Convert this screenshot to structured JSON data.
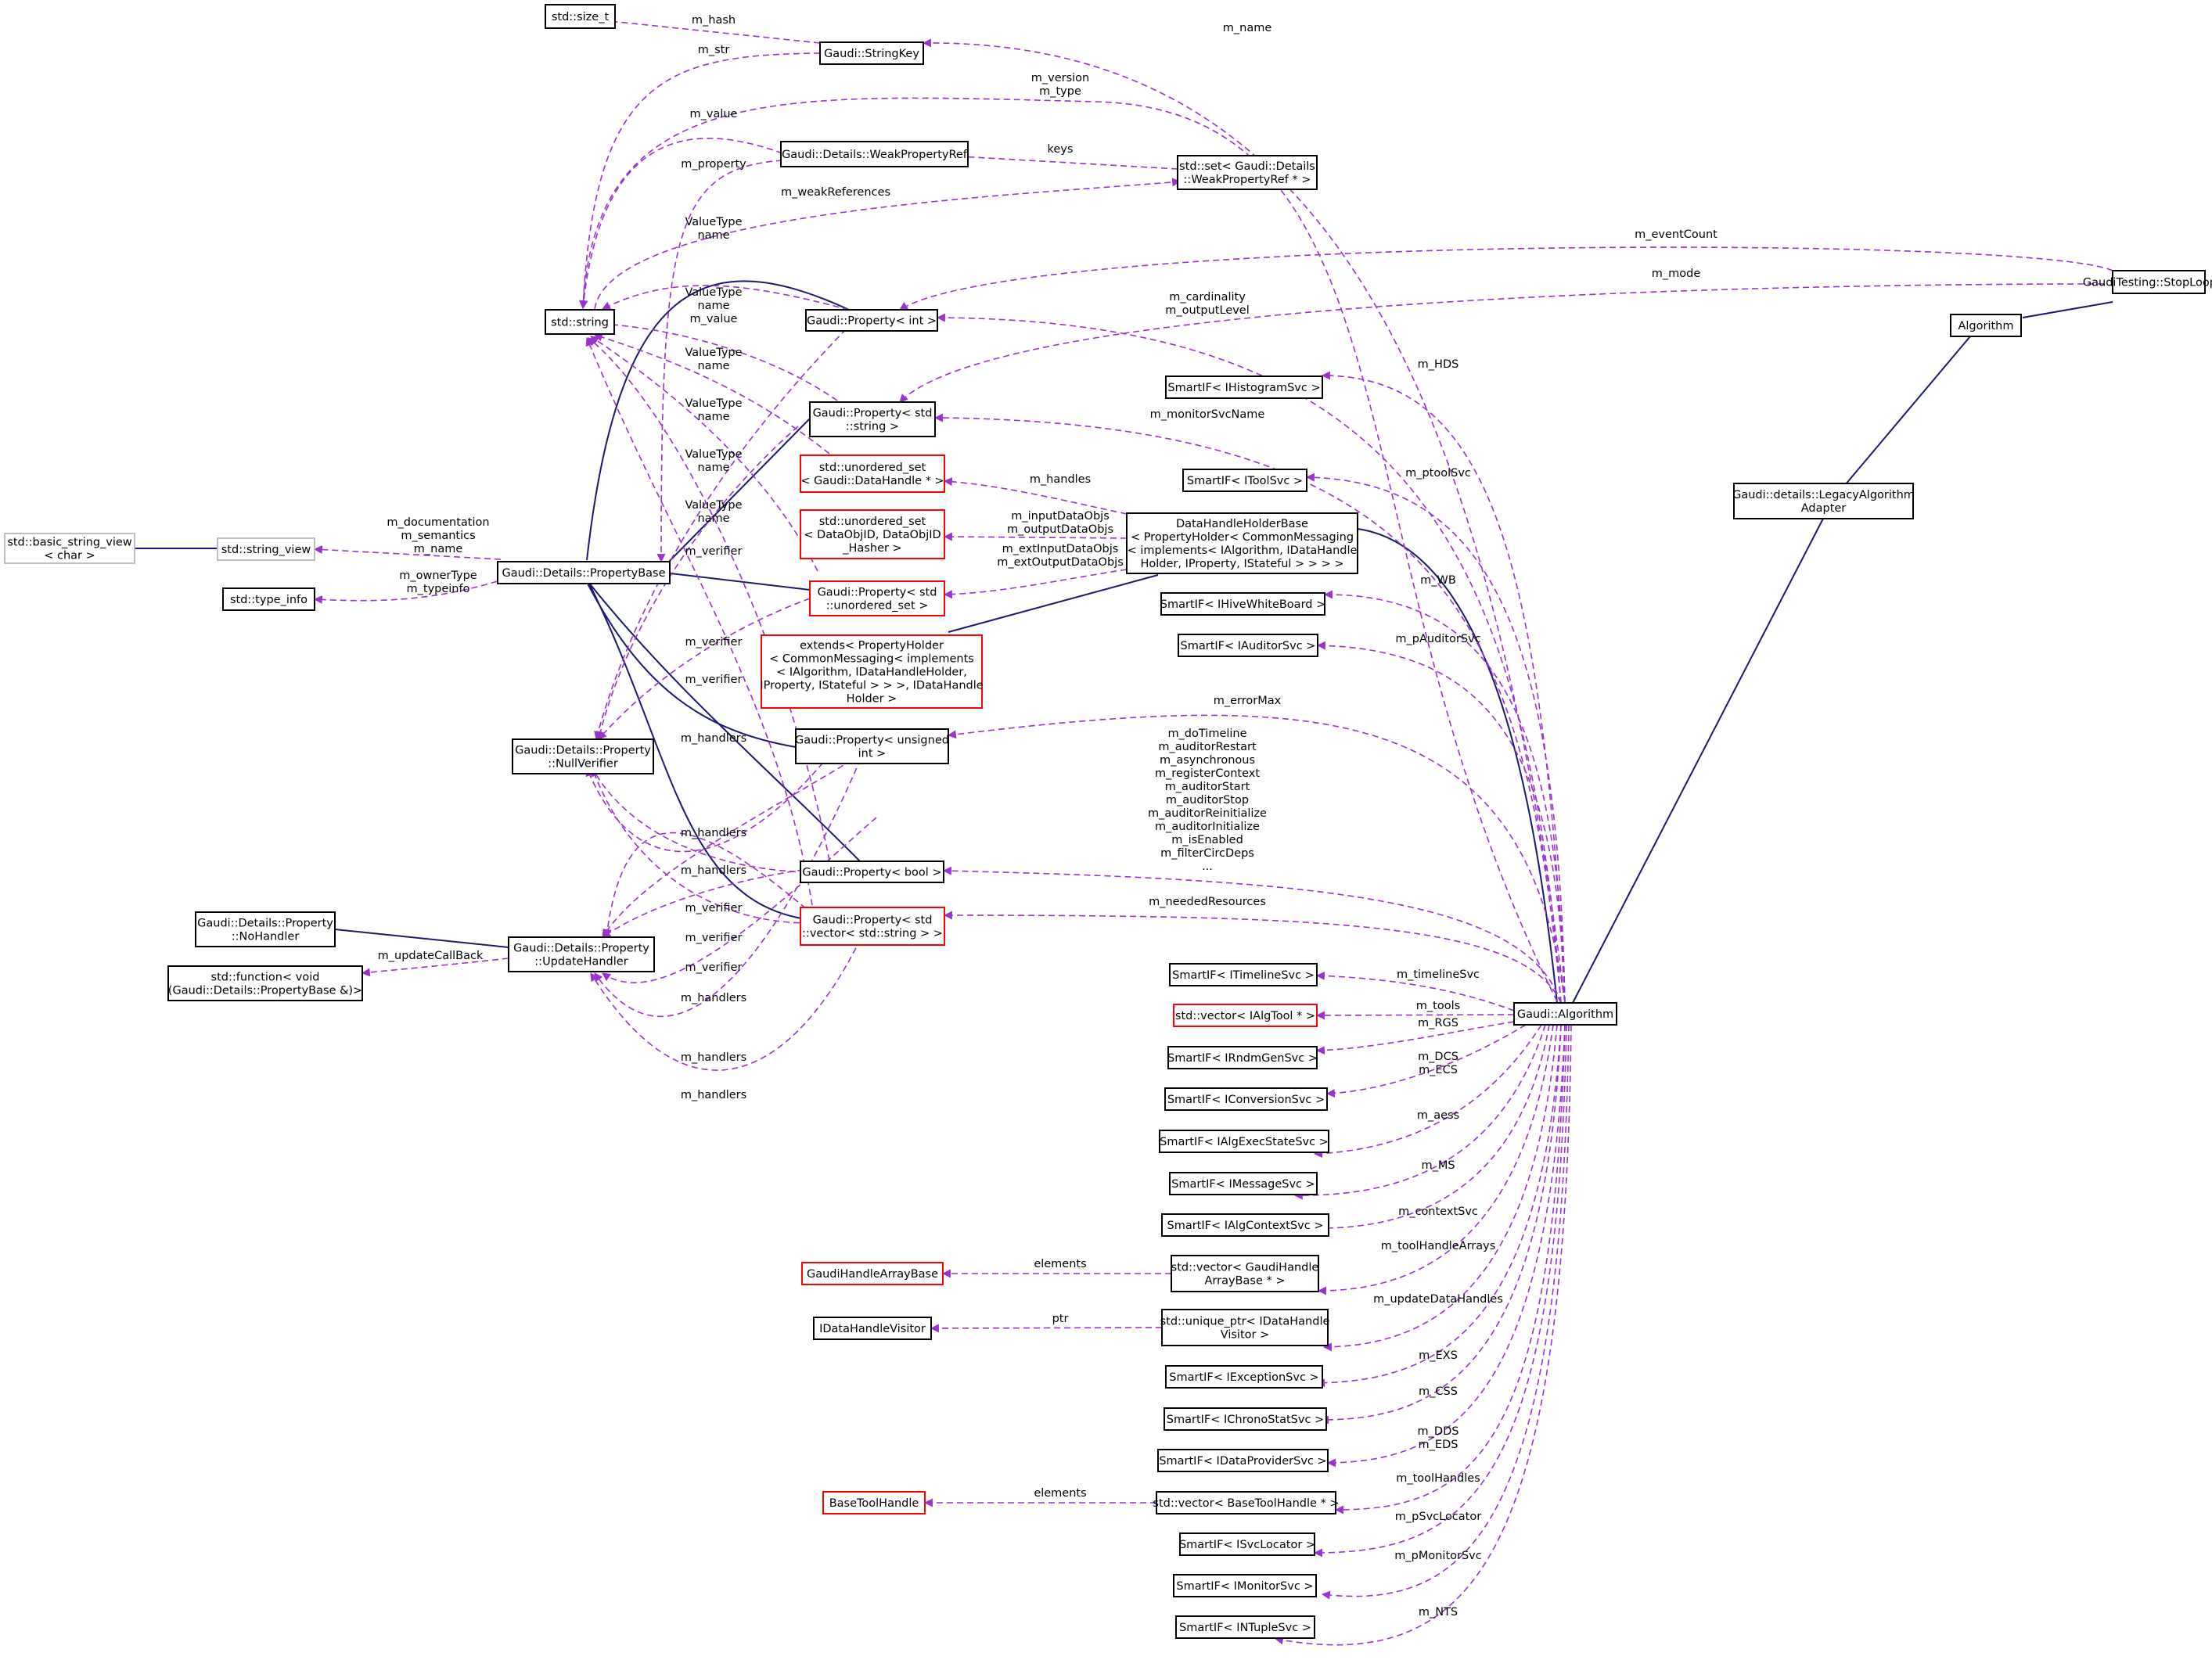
{
  "colors": {
    "usage_edge": "#9a32cd",
    "inherit_edge": "#191970",
    "node_border": "#000000",
    "incomplete_border": "#ff0000",
    "external_border": "#bfbfbf",
    "focus_fill": "#bfbfbf"
  },
  "nodes": [
    {
      "id": "stoploop",
      "lines": [
        "GaudiTesting::StopLoopAlg"
      ],
      "style": "focus"
    },
    {
      "id": "algorithm",
      "lines": [
        "Algorithm"
      ],
      "style": "normal"
    },
    {
      "id": "legacy",
      "lines": [
        "Gaudi::details::LegacyAlgorithm",
        "Adapter"
      ],
      "style": "normal"
    },
    {
      "id": "galg",
      "lines": [
        "Gaudi::Algorithm"
      ],
      "style": "normal"
    },
    {
      "id": "sizet",
      "lines": [
        "std::size_t"
      ],
      "style": "normal"
    },
    {
      "id": "stringkey",
      "lines": [
        "Gaudi::StringKey"
      ],
      "style": "normal"
    },
    {
      "id": "weakref",
      "lines": [
        "Gaudi::Details::WeakPropertyRef"
      ],
      "style": "normal"
    },
    {
      "id": "setweak",
      "lines": [
        "std::set< Gaudi::Details",
        "::WeakPropertyRef * >"
      ],
      "style": "normal"
    },
    {
      "id": "stdstring",
      "lines": [
        "std::string"
      ],
      "style": "normal"
    },
    {
      "id": "propint",
      "lines": [
        "Gaudi::Property< int >"
      ],
      "style": "normal"
    },
    {
      "id": "propstring",
      "lines": [
        "Gaudi::Property< std",
        "::string >"
      ],
      "style": "normal"
    },
    {
      "id": "unordDH",
      "lines": [
        "std::unordered_set",
        "< Gaudi::DataHandle * >"
      ],
      "style": "incomplete"
    },
    {
      "id": "unordObj",
      "lines": [
        "std::unordered_set",
        "< DataObjID, DataObjID",
        "_Hasher >"
      ],
      "style": "incomplete"
    },
    {
      "id": "propunord",
      "lines": [
        "Gaudi::Property< std",
        "::unordered_set >"
      ],
      "style": "incomplete"
    },
    {
      "id": "extends",
      "lines": [
        "extends< PropertyHolder",
        "< CommonMessaging< implements",
        "< IAlgorithm, IDataHandleHolder,",
        "IProperty, IStateful > > >, IDataHandle",
        "Holder >"
      ],
      "style": "incomplete"
    },
    {
      "id": "propuint",
      "lines": [
        "Gaudi::Property< unsigned",
        "int >"
      ],
      "style": "normal"
    },
    {
      "id": "propbool",
      "lines": [
        "Gaudi::Property< bool >"
      ],
      "style": "normal"
    },
    {
      "id": "propvec",
      "lines": [
        "Gaudi::Property< std",
        "::vector< std::string > >"
      ],
      "style": "incomplete"
    },
    {
      "id": "basicsv",
      "lines": [
        "std::basic_string_view",
        "< char >"
      ],
      "style": "external"
    },
    {
      "id": "stringview",
      "lines": [
        "std::string_view"
      ],
      "style": "external"
    },
    {
      "id": "typeinfo",
      "lines": [
        "std::type_info"
      ],
      "style": "normal"
    },
    {
      "id": "propbase",
      "lines": [
        "Gaudi::Details::PropertyBase"
      ],
      "style": "normal"
    },
    {
      "id": "nullver",
      "lines": [
        "Gaudi::Details::Property",
        "::NullVerifier"
      ],
      "style": "normal"
    },
    {
      "id": "nohandler",
      "lines": [
        "Gaudi::Details::Property",
        "::NoHandler"
      ],
      "style": "normal"
    },
    {
      "id": "updhandler",
      "lines": [
        "Gaudi::Details::Property",
        "::UpdateHandler"
      ],
      "style": "normal"
    },
    {
      "id": "stdfunc",
      "lines": [
        "std::function< void",
        "(Gaudi::Details::PropertyBase &)>"
      ],
      "style": "normal"
    },
    {
      "id": "dhholder",
      "lines": [
        "DataHandleHolderBase",
        "< PropertyHolder< CommonMessaging",
        "< implements< IAlgorithm, IDataHandle",
        "Holder, IProperty, IStateful > > > >"
      ],
      "style": "normal"
    },
    {
      "id": "sHisto",
      "lines": [
        "SmartIF< IHistogramSvc >"
      ],
      "style": "normal"
    },
    {
      "id": "sTool",
      "lines": [
        "SmartIF< IToolSvc >"
      ],
      "style": "normal"
    },
    {
      "id": "sHive",
      "lines": [
        "SmartIF< IHiveWhiteBoard >"
      ],
      "style": "normal"
    },
    {
      "id": "sAudit",
      "lines": [
        "SmartIF< IAuditorSvc >"
      ],
      "style": "normal"
    },
    {
      "id": "sTimeline",
      "lines": [
        "SmartIF< ITimelineSvc >"
      ],
      "style": "normal"
    },
    {
      "id": "vecAlgTool",
      "lines": [
        "std::vector< IAlgTool * >"
      ],
      "style": "incomplete"
    },
    {
      "id": "sRndm",
      "lines": [
        "SmartIF< IRndmGenSvc >"
      ],
      "style": "normal"
    },
    {
      "id": "sConv",
      "lines": [
        "SmartIF< IConversionSvc >"
      ],
      "style": "normal"
    },
    {
      "id": "sAES",
      "lines": [
        "SmartIF< IAlgExecStateSvc >"
      ],
      "style": "normal"
    },
    {
      "id": "sMsg",
      "lines": [
        "SmartIF< IMessageSvc >"
      ],
      "style": "normal"
    },
    {
      "id": "sCtx",
      "lines": [
        "SmartIF< IAlgContextSvc >"
      ],
      "style": "normal"
    },
    {
      "id": "vecGHA",
      "lines": [
        "std::vector< GaudiHandle",
        "ArrayBase * >"
      ],
      "style": "normal"
    },
    {
      "id": "ghab",
      "lines": [
        "GaudiHandleArrayBase"
      ],
      "style": "incomplete"
    },
    {
      "id": "uptr",
      "lines": [
        "std::unique_ptr< IDataHandle",
        "Visitor >"
      ],
      "style": "normal"
    },
    {
      "id": "idhv",
      "lines": [
        "IDataHandleVisitor"
      ],
      "style": "normal"
    },
    {
      "id": "sExc",
      "lines": [
        "SmartIF< IExceptionSvc >"
      ],
      "style": "normal"
    },
    {
      "id": "sChrono",
      "lines": [
        "SmartIF< IChronoStatSvc >"
      ],
      "style": "normal"
    },
    {
      "id": "sDP",
      "lines": [
        "SmartIF< IDataProviderSvc >"
      ],
      "style": "normal"
    },
    {
      "id": "vecBTH",
      "lines": [
        "std::vector< BaseToolHandle * >"
      ],
      "style": "normal"
    },
    {
      "id": "bth",
      "lines": [
        "BaseToolHandle"
      ],
      "style": "incomplete"
    },
    {
      "id": "sLoc",
      "lines": [
        "SmartIF< ISvcLocator >"
      ],
      "style": "normal"
    },
    {
      "id": "sMon",
      "lines": [
        "SmartIF< IMonitorSvc >"
      ],
      "style": "normal"
    },
    {
      "id": "sNT",
      "lines": [
        "SmartIF< INTupleSvc >"
      ],
      "style": "normal"
    }
  ],
  "edge_labels": [
    {
      "id": "l_name",
      "lines": [
        "m_name"
      ]
    },
    {
      "id": "l_hash",
      "lines": [
        "m_hash"
      ]
    },
    {
      "id": "l_str",
      "lines": [
        "m_str"
      ]
    },
    {
      "id": "l_version",
      "lines": [
        "m_version",
        "m_type"
      ]
    },
    {
      "id": "l_value",
      "lines": [
        "m_value"
      ]
    },
    {
      "id": "l_keys",
      "lines": [
        "keys"
      ]
    },
    {
      "id": "l_property",
      "lines": [
        "m_property"
      ]
    },
    {
      "id": "l_weakrefs",
      "lines": [
        "m_weakReferences"
      ]
    },
    {
      "id": "l_eventcount",
      "lines": [
        "m_eventCount"
      ]
    },
    {
      "id": "l_mode",
      "lines": [
        "m_mode"
      ]
    },
    {
      "id": "l_vt1",
      "lines": [
        "ValueType",
        "name"
      ]
    },
    {
      "id": "l_vt2",
      "lines": [
        "ValueType",
        "name",
        "m_value"
      ]
    },
    {
      "id": "l_cardinality",
      "lines": [
        "m_cardinality",
        "m_outputLevel"
      ]
    },
    {
      "id": "l_vt3",
      "lines": [
        "ValueType",
        "name"
      ]
    },
    {
      "id": "l_hds",
      "lines": [
        "m_HDS"
      ]
    },
    {
      "id": "l_vt4",
      "lines": [
        "ValueType",
        "name"
      ]
    },
    {
      "id": "l_monitorsvc",
      "lines": [
        "m_monitorSvcName"
      ]
    },
    {
      "id": "l_vt5",
      "lines": [
        "ValueType",
        "name"
      ]
    },
    {
      "id": "l_ptoolsvc",
      "lines": [
        "m_ptoolSvc"
      ]
    },
    {
      "id": "l_handles",
      "lines": [
        "m_handles"
      ]
    },
    {
      "id": "l_vt6",
      "lines": [
        "ValueType",
        "name"
      ]
    },
    {
      "id": "l_doc",
      "lines": [
        "m_documentation",
        "m_semantics",
        "m_name"
      ]
    },
    {
      "id": "l_inputdata",
      "lines": [
        "m_inputDataObjs",
        "m_outputDataObjs"
      ]
    },
    {
      "id": "l_verifier1",
      "lines": [
        "m_verifier"
      ]
    },
    {
      "id": "l_extinput",
      "lines": [
        "m_extInputDataObjs",
        "m_extOutputDataObjs"
      ]
    },
    {
      "id": "l_ownertype",
      "lines": [
        "m_ownerType",
        "m_typeinfo"
      ]
    },
    {
      "id": "l_wb",
      "lines": [
        "m_WB"
      ]
    },
    {
      "id": "l_paudit",
      "lines": [
        "m_pAuditorSvc"
      ]
    },
    {
      "id": "l_verifier2",
      "lines": [
        "m_verifier"
      ]
    },
    {
      "id": "l_verifier3",
      "lines": [
        "m_verifier"
      ]
    },
    {
      "id": "l_errormax",
      "lines": [
        "m_errorMax"
      ]
    },
    {
      "id": "l_handlers1",
      "lines": [
        "m_handlers"
      ]
    },
    {
      "id": "l_dotimeline",
      "lines": [
        "m_doTimeline",
        "m_auditorRestart",
        "m_asynchronous",
        "m_registerContext",
        "m_auditorStart",
        "m_auditorStop",
        "m_auditorReinitialize",
        "m_auditorInitialize",
        "m_isEnabled",
        "m_filterCircDeps",
        "..."
      ]
    },
    {
      "id": "l_handlers2",
      "lines": [
        "m_handlers"
      ]
    },
    {
      "id": "l_handlers3",
      "lines": [
        "m_handlers"
      ]
    },
    {
      "id": "l_verifier4",
      "lines": [
        "m_verifier"
      ]
    },
    {
      "id": "l_needed",
      "lines": [
        "m_neededResources"
      ]
    },
    {
      "id": "l_verifier5",
      "lines": [
        "m_verifier"
      ]
    },
    {
      "id": "l_updatecb",
      "lines": [
        "m_updateCallBack"
      ]
    },
    {
      "id": "l_verifier6",
      "lines": [
        "m_verifier"
      ]
    },
    {
      "id": "l_timelinesvc",
      "lines": [
        "m_timelineSvc"
      ]
    },
    {
      "id": "l_handlers4",
      "lines": [
        "m_handlers"
      ]
    },
    {
      "id": "l_tools",
      "lines": [
        "m_tools"
      ]
    },
    {
      "id": "l_rgs",
      "lines": [
        "m_RGS"
      ]
    },
    {
      "id": "l_handlers5",
      "lines": [
        "m_handlers"
      ]
    },
    {
      "id": "l_dcs",
      "lines": [
        "m_DCS",
        "m_ECS"
      ]
    },
    {
      "id": "l_handlers6",
      "lines": [
        "m_handlers"
      ]
    },
    {
      "id": "l_aess",
      "lines": [
        "m_aess"
      ]
    },
    {
      "id": "l_ms",
      "lines": [
        "m_MS"
      ]
    },
    {
      "id": "l_contextsvc",
      "lines": [
        "m_contextSvc"
      ]
    },
    {
      "id": "l_toolhandlearrays",
      "lines": [
        "m_toolHandleArrays"
      ]
    },
    {
      "id": "l_elements1",
      "lines": [
        "elements"
      ]
    },
    {
      "id": "l_updatedh",
      "lines": [
        "m_updateDataHandles"
      ]
    },
    {
      "id": "l_ptr",
      "lines": [
        "ptr"
      ]
    },
    {
      "id": "l_exs",
      "lines": [
        "m_EXS"
      ]
    },
    {
      "id": "l_css",
      "lines": [
        "m_CSS"
      ]
    },
    {
      "id": "l_dds",
      "lines": [
        "m_DDS",
        "m_EDS"
      ]
    },
    {
      "id": "l_toolhandles",
      "lines": [
        "m_toolHandles"
      ]
    },
    {
      "id": "l_elements2",
      "lines": [
        "elements"
      ]
    },
    {
      "id": "l_psvcloc",
      "lines": [
        "m_pSvcLocator"
      ]
    },
    {
      "id": "l_pmonitor",
      "lines": [
        "m_pMonitorSvc"
      ]
    },
    {
      "id": "l_nts",
      "lines": [
        "m_NTS"
      ]
    }
  ]
}
